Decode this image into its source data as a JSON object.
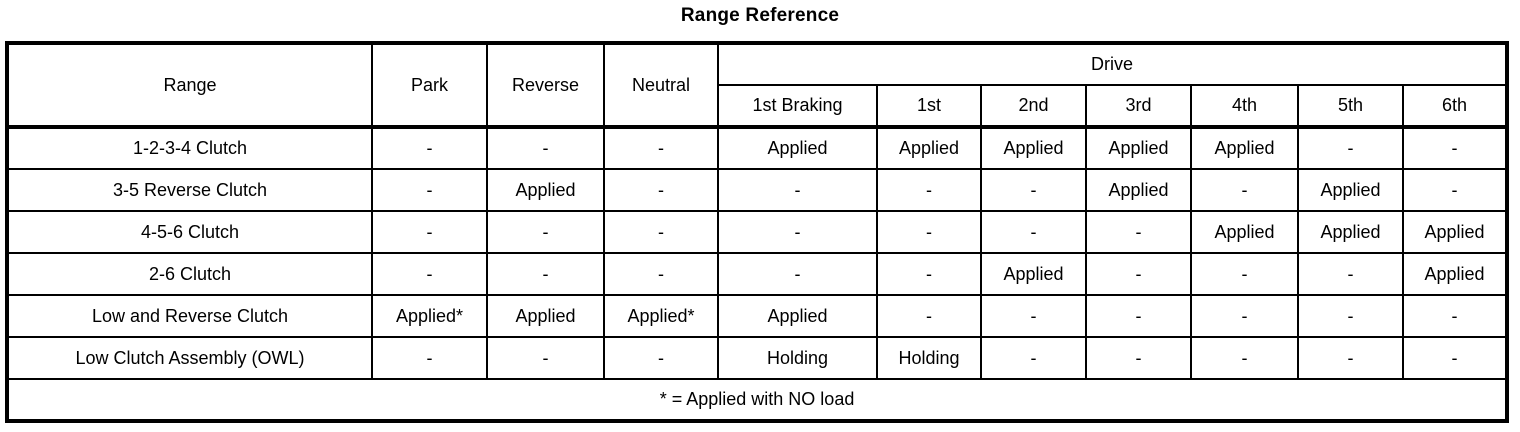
{
  "title": "Range Reference",
  "table": {
    "row_header_label": "Range",
    "group_header": "Drive",
    "columns": [
      "Range",
      "Park",
      "Reverse",
      "Neutral",
      "1st Braking",
      "1st",
      "2nd",
      "3rd",
      "4th",
      "5th",
      "6th"
    ],
    "drive_subcolumns": [
      "1st Braking",
      "1st",
      "2nd",
      "3rd",
      "4th",
      "5th",
      "6th"
    ],
    "rows": [
      {
        "label": "1-2-3-4 Clutch",
        "cells": [
          "-",
          "-",
          "-",
          "Applied",
          "Applied",
          "Applied",
          "Applied",
          "Applied",
          "-",
          "-"
        ]
      },
      {
        "label": "3-5 Reverse Clutch",
        "cells": [
          "-",
          "Applied",
          "-",
          "-",
          "-",
          "-",
          "Applied",
          "-",
          "Applied",
          "-"
        ]
      },
      {
        "label": "4-5-6 Clutch",
        "cells": [
          "-",
          "-",
          "-",
          "-",
          "-",
          "-",
          "-",
          "Applied",
          "Applied",
          "Applied"
        ]
      },
      {
        "label": "2-6 Clutch",
        "cells": [
          "-",
          "-",
          "-",
          "-",
          "-",
          "Applied",
          "-",
          "-",
          "-",
          "Applied"
        ]
      },
      {
        "label": "Low and Reverse Clutch",
        "cells": [
          "Applied*",
          "Applied",
          "Applied*",
          "Applied",
          "-",
          "-",
          "-",
          "-",
          "-",
          "-"
        ]
      },
      {
        "label": "Low Clutch Assembly (OWL)",
        "cells": [
          "-",
          "-",
          "-",
          "Holding",
          "Holding",
          "-",
          "-",
          "-",
          "-",
          "-"
        ]
      }
    ],
    "footnote": "* = Applied with NO load"
  }
}
